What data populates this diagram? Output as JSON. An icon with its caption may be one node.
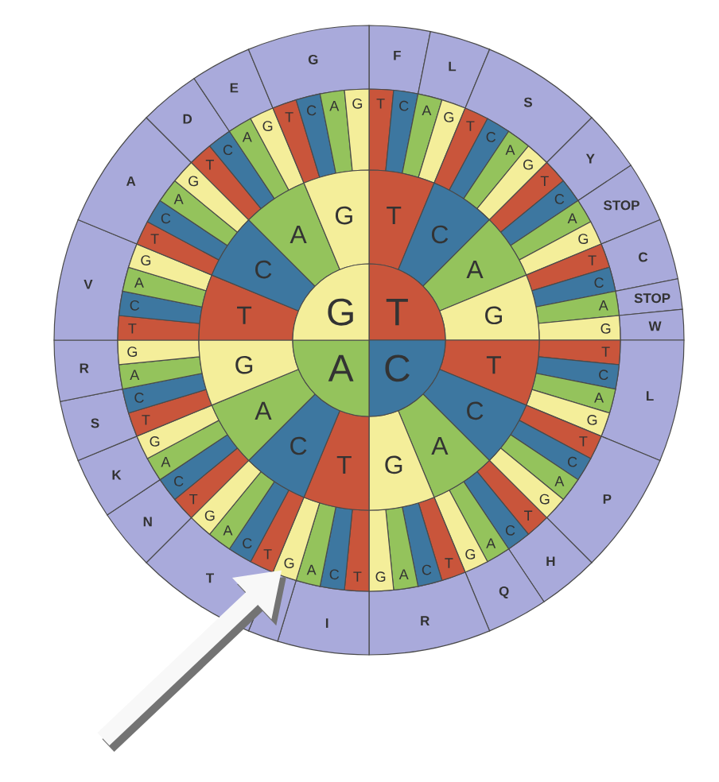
{
  "diagram": {
    "nodes": [
      {
        "text": [
          "T"
        ]
      },
      {
        "text": [
          "C"
        ]
      },
      {
        "text": [
          "A"
        ]
      },
      {
        "text": [
          "G"
        ]
      },
      {
        "text": [
          "T"
        ]
      },
      {
        "text": [
          "C"
        ]
      },
      {
        "text": [
          "A"
        ]
      },
      {
        "text": [
          "G"
        ]
      },
      {
        "text": [
          "T"
        ]
      },
      {
        "text": [
          "C"
        ]
      },
      {
        "text": [
          "A"
        ]
      },
      {
        "text": [
          "G"
        ]
      },
      {
        "text": [
          "T"
        ]
      },
      {
        "text": [
          "C"
        ]
      },
      {
        "text": [
          "A"
        ]
      },
      {
        "text": [
          "G"
        ]
      },
      {
        "text": [
          "T"
        ]
      },
      {
        "text": [
          "C"
        ]
      },
      {
        "text": [
          "A"
        ]
      },
      {
        "text": [
          "G"
        ]
      },
      {
        "text": [
          "T"
        ]
      },
      {
        "text": [
          "C"
        ]
      },
      {
        "text": [
          "A"
        ]
      },
      {
        "text": [
          "G"
        ]
      },
      {
        "text": [
          "T"
        ]
      },
      {
        "text": [
          "C"
        ]
      },
      {
        "text": [
          "A"
        ]
      },
      {
        "text": [
          "G"
        ]
      },
      {
        "text": [
          "T"
        ]
      },
      {
        "text": [
          "C"
        ]
      },
      {
        "text": [
          "A"
        ]
      },
      {
        "text": [
          "G"
        ]
      },
      {
        "text": [
          "T"
        ]
      },
      {
        "text": [
          "C"
        ]
      },
      {
        "text": [
          "A"
        ]
      },
      {
        "text": [
          "G"
        ]
      },
      {
        "text": [
          "T"
        ]
      },
      {
        "text": [
          "C"
        ]
      },
      {
        "text": [
          "A"
        ]
      },
      {
        "text": [
          "G"
        ]
      },
      {
        "text": [
          "T"
        ]
      },
      {
        "text": [
          "C"
        ]
      },
      {
        "text": [
          "A"
        ]
      },
      {
        "text": [
          "G"
        ]
      },
      {
        "text": [
          "T"
        ]
      },
      {
        "text": [
          "C"
        ]
      },
      {
        "text": [
          "A"
        ]
      },
      {
        "text": [
          "G"
        ]
      },
      {
        "text": [
          "T"
        ]
      },
      {
        "text": [
          "C"
        ]
      },
      {
        "text": [
          "A"
        ]
      },
      {
        "text": [
          "G"
        ]
      },
      {
        "text": [
          "T"
        ]
      },
      {
        "text": [
          "C"
        ]
      },
      {
        "text": [
          "A"
        ]
      },
      {
        "text": [
          "G"
        ]
      },
      {
        "text": [
          "T"
        ]
      },
      {
        "text": [
          "C"
        ]
      },
      {
        "text": [
          "A"
        ]
      },
      {
        "text": [
          "G"
        ]
      },
      {
        "text": [
          "T"
        ]
      },
      {
        "text": [
          "C"
        ]
      },
      {
        "text": [
          "A"
        ]
      },
      {
        "text": [
          "G"
        ]
      },
      {
        "text": [
          "T"
        ]
      },
      {
        "text": [
          "C"
        ]
      },
      {
        "text": [
          "A"
        ]
      },
      {
        "text": [
          "G"
        ]
      },
      {
        "text": [
          "T"
        ]
      },
      {
        "text": [
          "C"
        ]
      },
      {
        "text": [
          "A"
        ]
      },
      {
        "text": [
          "G"
        ]
      },
      {
        "text": [
          "T"
        ]
      },
      {
        "text": [
          "C"
        ]
      },
      {
        "text": [
          "A"
        ]
      },
      {
        "text": [
          "G"
        ]
      },
      {
        "text": [
          "T"
        ]
      },
      {
        "text": [
          "C"
        ]
      },
      {
        "text": [
          "A"
        ]
      },
      {
        "text": [
          "G"
        ]
      },
      {
        "text": [
          "T"
        ]
      },
      {
        "text": [
          "C"
        ]
      },
      {
        "text": [
          "A"
        ]
      },
      {
        "text": [
          "G"
        ]
      },
      {
        "text": [
          "F"
        ]
      },
      {
        "text": [
          "L"
        ]
      },
      {
        "text": [
          "S"
        ]
      },
      {
        "text": [
          "Y"
        ]
      },
      {
        "text": [
          "STOP"
        ]
      },
      {
        "text": [
          "C"
        ]
      },
      {
        "text": [
          "STOP"
        ]
      },
      {
        "text": [
          "W"
        ]
      },
      {
        "text": [
          "L"
        ]
      },
      {
        "text": [
          "P"
        ]
      },
      {
        "text": [
          "H"
        ]
      },
      {
        "text": [
          "Q"
        ]
      },
      {
        "text": [
          "R"
        ]
      },
      {
        "text": [
          "I"
        ]
      },
      {
        "text": [],
        "shape": "box"
      },
      {
        "text": [
          "T"
        ]
      },
      {
        "text": [
          "N"
        ]
      },
      {
        "text": [
          "K"
        ]
      },
      {
        "text": [
          "S"
        ]
      },
      {
        "text": [
          "R"
        ]
      },
      {
        "text": [
          "V"
        ]
      },
      {
        "text": [
          "A"
        ]
      },
      {
        "text": [
          "D"
        ]
      },
      {
        "text": [
          "E"
        ]
      },
      {
        "text": [
          "G"
        ]
      }
    ],
    "edges": [
      {
        "from": null,
        "to": 55,
        "arrow": "to"
      }
    ]
  }
}
